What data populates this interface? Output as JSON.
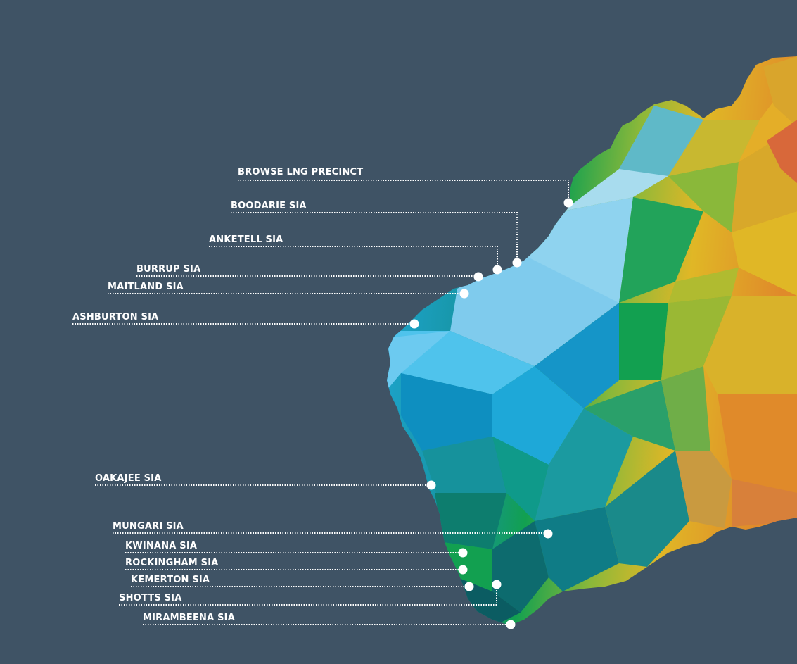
{
  "background_color": "#3f5365",
  "leader_color": "#ffffff",
  "map_palette": {
    "coast_light_blue": "#8fd3ef",
    "sky_blue": "#4fc3ec",
    "blue": "#1ea8d8",
    "teal": "#16929c",
    "green": "#12a050",
    "dark_teal": "#0d6b6e",
    "lime": "#8ab83a",
    "yellow": "#e0b726",
    "orange": "#e08a2a",
    "deep_orange": "#d8683a"
  },
  "sites": [
    {
      "id": "browse",
      "label": "BROWSE LNG PRECINCT"
    },
    {
      "id": "boodarie",
      "label": "BOODARIE SIA"
    },
    {
      "id": "anketell",
      "label": "ANKETELL SIA"
    },
    {
      "id": "burrup",
      "label": "BURRUP SIA"
    },
    {
      "id": "maitland",
      "label": "MAITLAND SIA"
    },
    {
      "id": "ashburton",
      "label": "ASHBURTON SIA"
    },
    {
      "id": "oakajee",
      "label": "OAKAJEE SIA"
    },
    {
      "id": "mungari",
      "label": "MUNGARI SIA"
    },
    {
      "id": "kwinana",
      "label": "KWINANA SIA"
    },
    {
      "id": "rockingham",
      "label": "ROCKINGHAM SIA"
    },
    {
      "id": "kemerton",
      "label": "KEMERTON SIA"
    },
    {
      "id": "shotts",
      "label": "SHOTTS SIA"
    },
    {
      "id": "mirambeena",
      "label": "MIRAMBEENA SIA"
    }
  ]
}
